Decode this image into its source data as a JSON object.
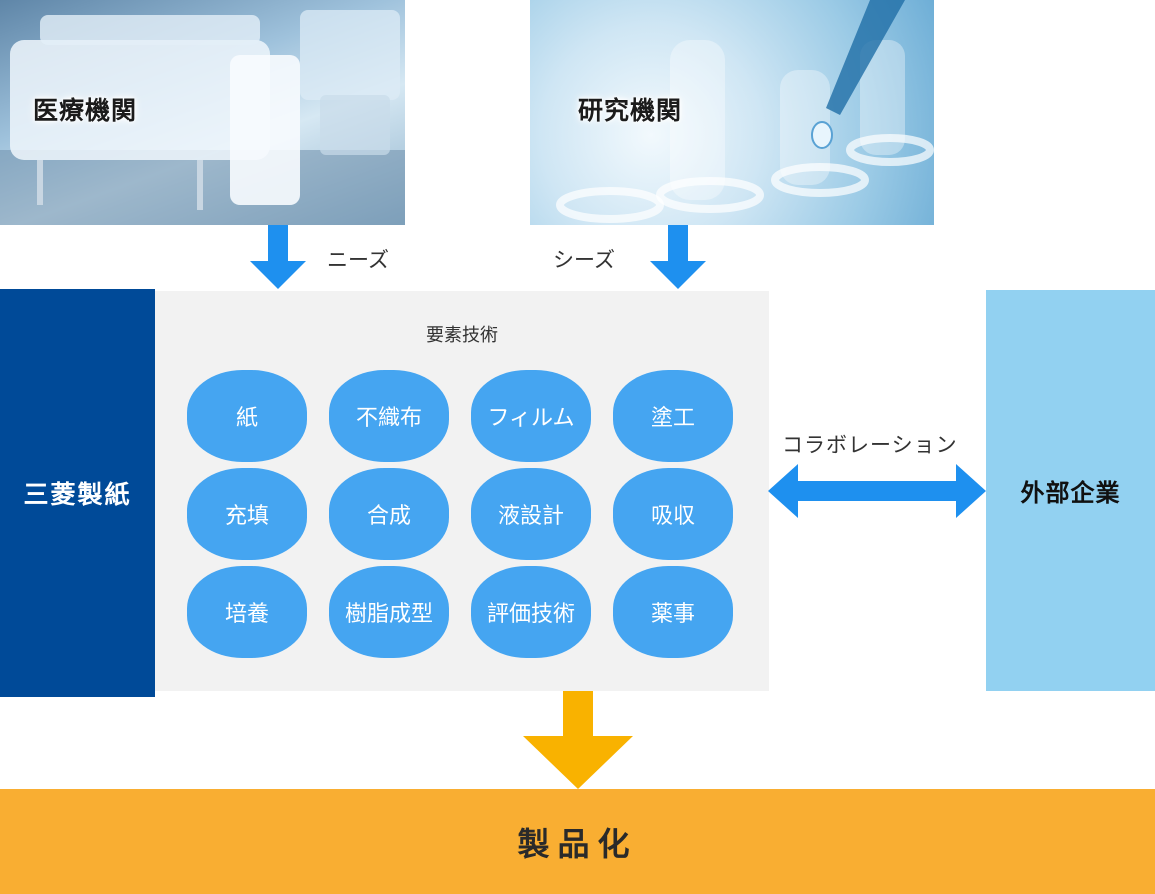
{
  "top_panels": {
    "medical": {
      "label": "医療機関"
    },
    "research": {
      "label": "研究機関"
    }
  },
  "flows": {
    "needs": "ニーズ",
    "seeds": "シーズ",
    "collaboration": "コラボレーション"
  },
  "company": {
    "label": "三菱製紙"
  },
  "technology": {
    "title": "要素技術",
    "items": [
      "紙",
      "不織布",
      "フィルム",
      "塗工",
      "充填",
      "合成",
      "液設計",
      "吸収",
      "培養",
      "樹脂成型",
      "評価技術",
      "薬事"
    ]
  },
  "partner": {
    "label": "外部企業"
  },
  "output": {
    "label": "製品化"
  },
  "colors": {
    "company": "#004a98",
    "chip": "#45a5f1",
    "down_arrow": "#1e90ef",
    "collab_arrow": "#1e90ef",
    "output_arrow": "#f9b200",
    "partner": "#92d1f1",
    "output": "#f9ae32"
  }
}
